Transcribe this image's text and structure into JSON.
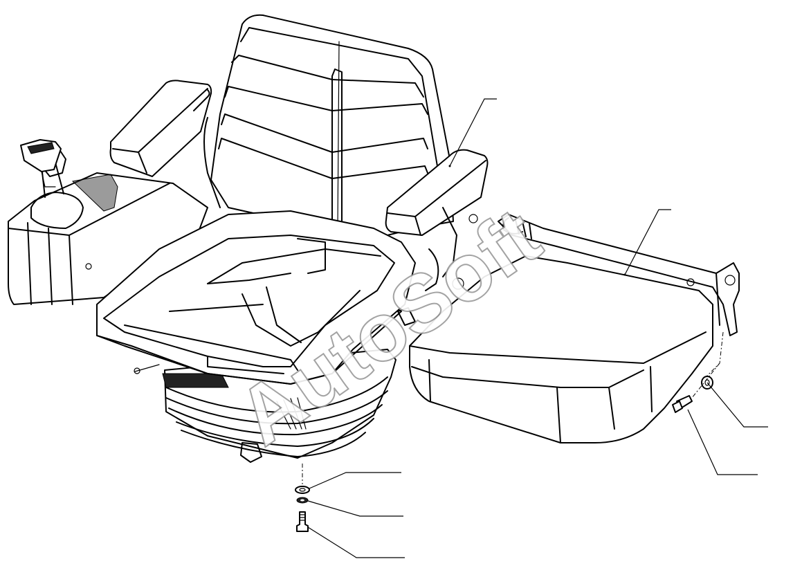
{
  "watermark": {
    "text": "AutoSoft"
  },
  "diagram": {
    "parts": [
      {
        "id": "seat-assembly",
        "label": ""
      },
      {
        "id": "control-console-with-joystick",
        "label": ""
      },
      {
        "id": "left-armrest",
        "label": ""
      },
      {
        "id": "right-armrest",
        "label": ""
      },
      {
        "id": "console-pad-with-bracket",
        "label": ""
      },
      {
        "id": "suspension-bellows",
        "label": ""
      },
      {
        "id": "washer-a",
        "label": ""
      },
      {
        "id": "spring-washer",
        "label": ""
      },
      {
        "id": "bolt-bottom",
        "label": ""
      },
      {
        "id": "bolt-right",
        "label": ""
      },
      {
        "id": "washer-right",
        "label": ""
      }
    ],
    "callouts": 7
  }
}
